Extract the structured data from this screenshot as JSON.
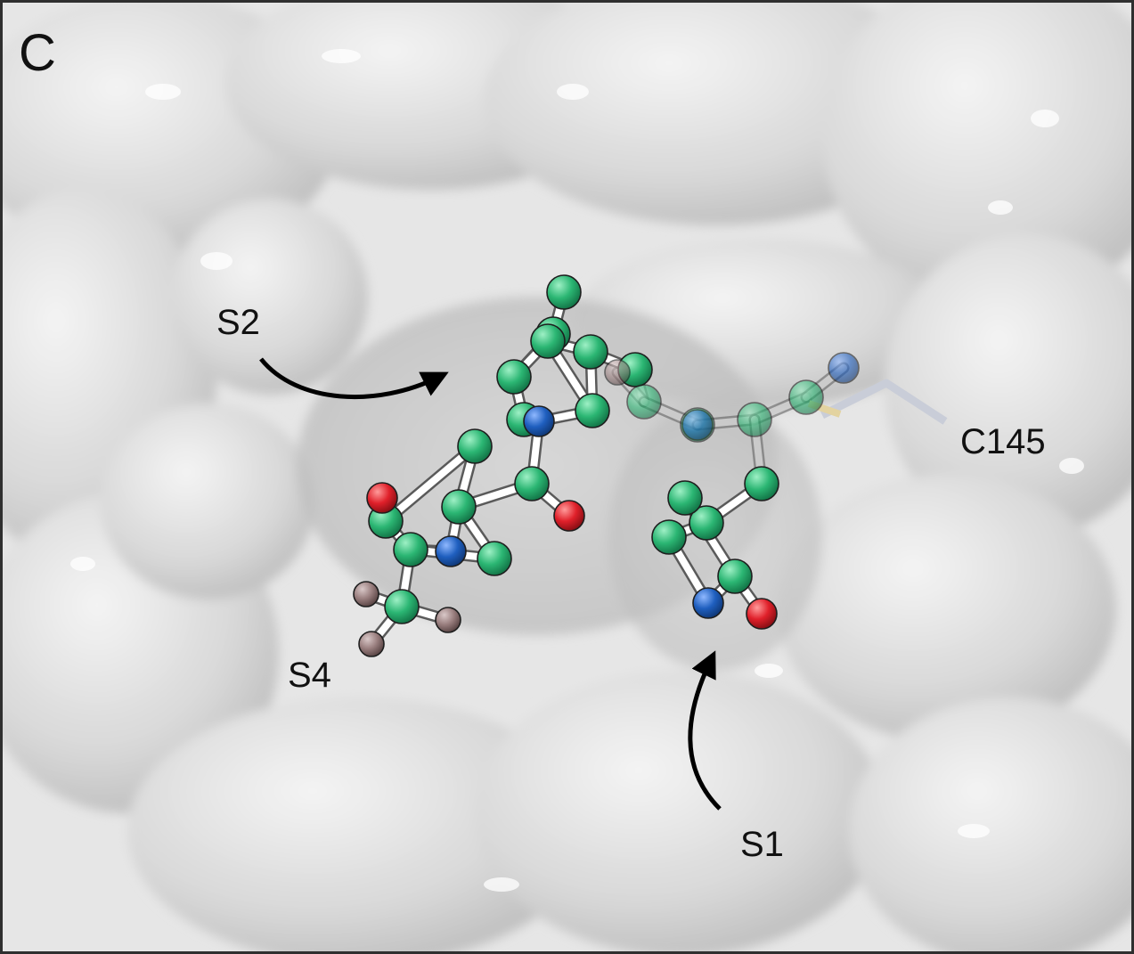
{
  "panel_label": "C",
  "labels": {
    "s1": "S1",
    "s2": "S2",
    "s4": "S4",
    "c145": "C145"
  },
  "colors": {
    "background": "#e3e3e3",
    "surface": "#d9d9d9",
    "surface_shadow": "#c4c4c4",
    "surface_highlight": "#f6f6f6",
    "carbon": "#2bb673",
    "nitrogen": "#1f5fbf",
    "oxygen": "#e0202a",
    "fluorine": "#9a7f7f",
    "sulfur": "#d8c48a",
    "bond": "#ffffff",
    "arrow": "#000000",
    "border": "#2f2f2f"
  },
  "atoms": [
    {
      "id": "a1",
      "element": "carbon"
    },
    {
      "id": "a2",
      "element": "carbon"
    },
    {
      "id": "a3",
      "element": "carbon"
    },
    {
      "id": "a4",
      "element": "carbon"
    },
    {
      "id": "a5",
      "element": "carbon"
    },
    {
      "id": "a6",
      "element": "carbon"
    },
    {
      "id": "a7",
      "element": "carbon"
    },
    {
      "id": "a8",
      "element": "nitrogen"
    },
    {
      "id": "a9",
      "element": "carbon"
    },
    {
      "id": "a10",
      "element": "carbon"
    },
    {
      "id": "a11",
      "element": "oxygen"
    },
    {
      "id": "a12",
      "element": "carbon"
    },
    {
      "id": "a13",
      "element": "carbon"
    },
    {
      "id": "a14",
      "element": "carbon"
    },
    {
      "id": "a15",
      "element": "carbon"
    },
    {
      "id": "a16",
      "element": "nitrogen"
    },
    {
      "id": "a17",
      "element": "carbon"
    },
    {
      "id": "a18",
      "element": "carbon"
    },
    {
      "id": "a19",
      "element": "oxygen"
    },
    {
      "id": "a20",
      "element": "carbon"
    },
    {
      "id": "a21",
      "element": "fluorine"
    },
    {
      "id": "a22",
      "element": "fluorine"
    },
    {
      "id": "a23",
      "element": "fluorine"
    },
    {
      "id": "a24",
      "element": "fluorine"
    },
    {
      "id": "a25",
      "element": "carbon"
    },
    {
      "id": "a26",
      "element": "nitrogen"
    },
    {
      "id": "a27",
      "element": "carbon"
    },
    {
      "id": "a28",
      "element": "carbon"
    },
    {
      "id": "a29",
      "element": "nitrogen"
    },
    {
      "id": "a30",
      "element": "carbon"
    },
    {
      "id": "a31",
      "element": "carbon"
    },
    {
      "id": "a32",
      "element": "carbon"
    },
    {
      "id": "a33",
      "element": "carbon"
    },
    {
      "id": "a34",
      "element": "carbon"
    },
    {
      "id": "a35",
      "element": "nitrogen"
    },
    {
      "id": "a36",
      "element": "oxygen"
    }
  ],
  "bonds": [
    [
      "a1",
      "a2"
    ],
    [
      "a2",
      "a3"
    ],
    [
      "a2",
      "a4"
    ],
    [
      "a3",
      "a5"
    ],
    [
      "a4",
      "a6"
    ],
    [
      "a3",
      "a4"
    ],
    [
      "a5",
      "a8"
    ],
    [
      "a6",
      "a7"
    ],
    [
      "a7",
      "a8"
    ],
    [
      "a4",
      "a7"
    ],
    [
      "a6",
      "a9"
    ],
    [
      "a9",
      "a10"
    ],
    [
      "a8",
      "a12"
    ],
    [
      "a12",
      "a11"
    ],
    [
      "a12",
      "a13"
    ],
    [
      "a13",
      "a14"
    ],
    [
      "a13",
      "a15"
    ],
    [
      "a13",
      "a16"
    ],
    [
      "a16",
      "a17"
    ],
    [
      "a17",
      "a18"
    ],
    [
      "a18",
      "a14"
    ],
    [
      "a15",
      "a17"
    ],
    [
      "a18",
      "a19"
    ],
    [
      "a17",
      "a20"
    ],
    [
      "a20",
      "a21"
    ],
    [
      "a20",
      "a22"
    ],
    [
      "a20",
      "a23"
    ],
    [
      "a10",
      "a24"
    ],
    [
      "a10",
      "a25"
    ],
    [
      "a25",
      "a26"
    ],
    [
      "a26",
      "a27"
    ],
    [
      "a27",
      "a28"
    ],
    [
      "a28",
      "a29"
    ],
    [
      "a27",
      "a30"
    ],
    [
      "a30",
      "a31"
    ],
    [
      "a31",
      "a32"
    ],
    [
      "a31",
      "a33"
    ],
    [
      "a32",
      "a35"
    ],
    [
      "a33",
      "a34"
    ],
    [
      "a34",
      "a35"
    ],
    [
      "a34",
      "a36"
    ]
  ]
}
